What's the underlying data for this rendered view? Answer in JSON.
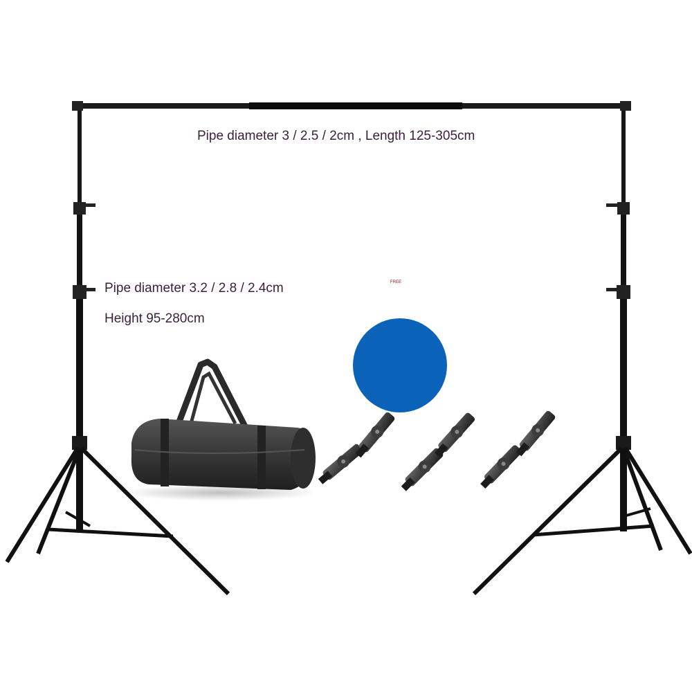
{
  "labels": {
    "crossbar_spec": "Pipe diameter 3 / 2.5 / 2cm , Length 125-305cm",
    "stand_diameter_spec": "Pipe diameter 3.2 / 2.8 / 2.4cm",
    "stand_height_spec": "Height 95-280cm",
    "free_tag": "FREE"
  },
  "colors": {
    "background": "#ffffff",
    "metal": "#111111",
    "text": "#3b1f3c",
    "backdrop_disc": "#0a63b8",
    "bag": "#3a3a3a",
    "clamp": "#2b2b2b"
  },
  "items": {
    "clamp_count": 6
  }
}
